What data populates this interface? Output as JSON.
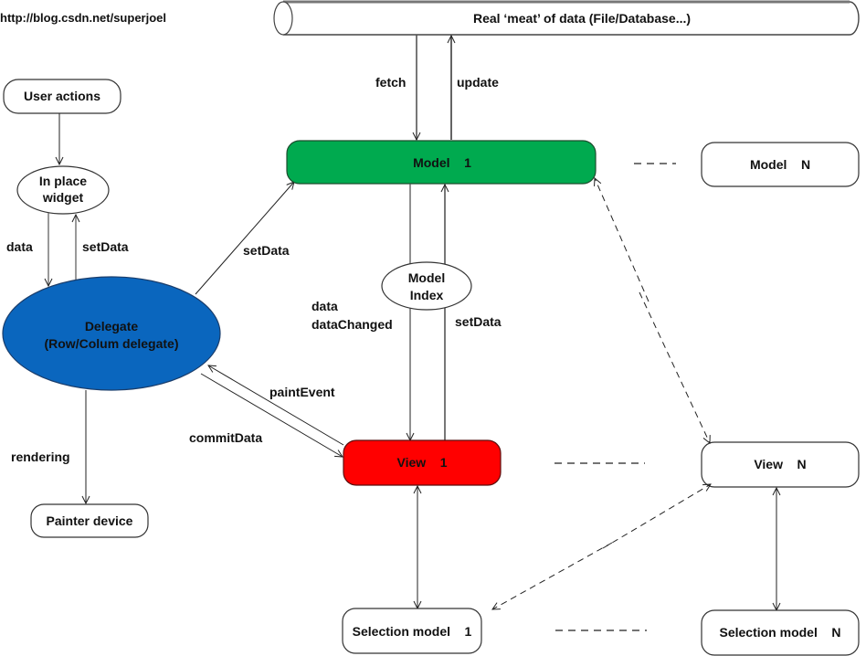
{
  "header": {
    "url_label": "http://blog.csdn.net/superjoel"
  },
  "colors": {
    "model": "#00AA4F",
    "view": "#FF0000",
    "delegate": "#0A66BE",
    "outline": "#333333"
  },
  "nodes": {
    "data_store": "Real ‘meat’ of data (File/Database...)",
    "user_actions": "User actions",
    "in_place_widget_line1": "In place",
    "in_place_widget_line2": "widget",
    "delegate_line1": "Delegate",
    "delegate_line2": "(Row/Colum delegate)",
    "painter_device": "Painter device",
    "model_1": "Model    1",
    "model_n": "Model    N",
    "model_index_line1": "Model",
    "model_index_line2": "Index",
    "view_1": "View    1",
    "view_n": "View    N",
    "selection_model_1": "Selection model    1",
    "selection_model_n": "Selection model    N"
  },
  "edges": {
    "fetch": "fetch",
    "update": "update",
    "widget_data": "data",
    "widget_setdata": "setData",
    "delegate_setdata": "setData",
    "view_data": "data",
    "view_datachanged": "dataChanged",
    "view_setdata": "setData",
    "paint_event": "paintEvent",
    "commit_data": "commitData",
    "rendering": "rendering"
  }
}
